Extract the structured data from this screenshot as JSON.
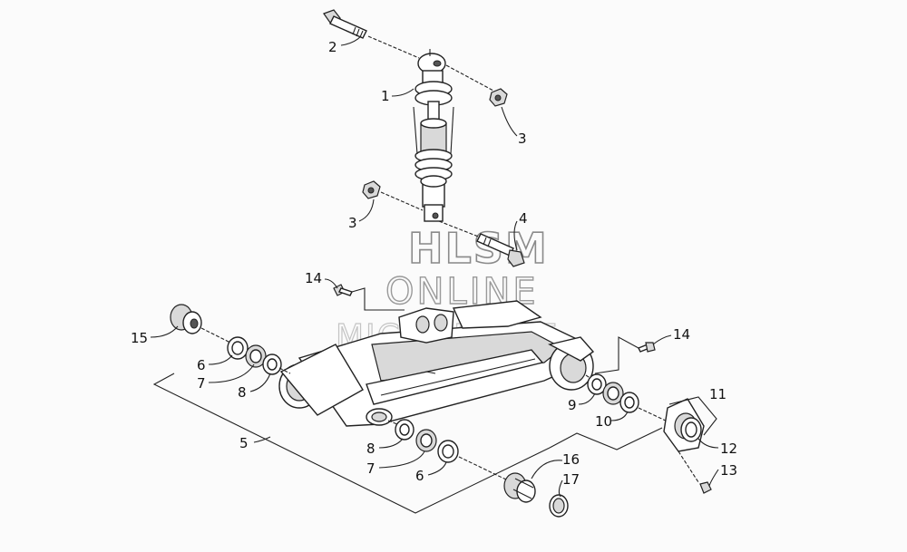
{
  "labels": [
    {
      "id": "1",
      "text": "1"
    },
    {
      "id": "2",
      "text": "2"
    },
    {
      "id": "3a",
      "text": "3"
    },
    {
      "id": "3b",
      "text": "3"
    },
    {
      "id": "4",
      "text": "4"
    },
    {
      "id": "14a",
      "text": "14"
    },
    {
      "id": "14b",
      "text": "14"
    },
    {
      "id": "15",
      "text": "15"
    },
    {
      "id": "6a",
      "text": "6"
    },
    {
      "id": "7a",
      "text": "7"
    },
    {
      "id": "8a",
      "text": "8"
    },
    {
      "id": "5",
      "text": "5"
    },
    {
      "id": "8b",
      "text": "8"
    },
    {
      "id": "7b",
      "text": "7"
    },
    {
      "id": "6b",
      "text": "6"
    },
    {
      "id": "16",
      "text": "16"
    },
    {
      "id": "17",
      "text": "17"
    },
    {
      "id": "9",
      "text": "9"
    },
    {
      "id": "10",
      "text": "10"
    },
    {
      "id": "11",
      "text": "11"
    },
    {
      "id": "12",
      "text": "12"
    },
    {
      "id": "13",
      "text": "13"
    }
  ],
  "watermark": {
    "line1": "HLSM",
    "line2": "ONLINE",
    "line3": "MICROFICHE"
  }
}
